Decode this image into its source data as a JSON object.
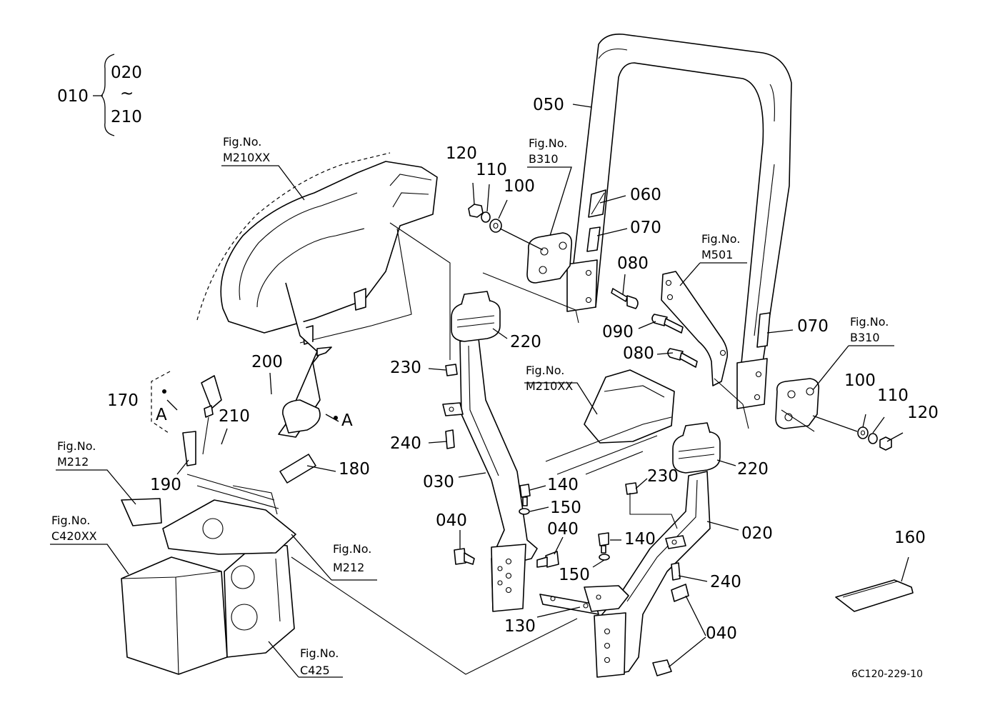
{
  "assembly": {
    "main": "010",
    "range_from": "020",
    "range_sep": "~",
    "range_to": "210"
  },
  "callouts": [
    {
      "id": "c050",
      "text": "050"
    },
    {
      "id": "c120a",
      "text": "120"
    },
    {
      "id": "c110a",
      "text": "110"
    },
    {
      "id": "c100a",
      "text": "100"
    },
    {
      "id": "c060",
      "text": "060"
    },
    {
      "id": "c070a",
      "text": "070"
    },
    {
      "id": "c080a",
      "text": "080"
    },
    {
      "id": "c090",
      "text": "090"
    },
    {
      "id": "c080b",
      "text": "080"
    },
    {
      "id": "c070b",
      "text": "070"
    },
    {
      "id": "c220a",
      "text": "220"
    },
    {
      "id": "c230a",
      "text": "230"
    },
    {
      "id": "c240a",
      "text": "240"
    },
    {
      "id": "c030",
      "text": "030"
    },
    {
      "id": "c140a",
      "text": "140"
    },
    {
      "id": "c150a",
      "text": "150"
    },
    {
      "id": "c040a",
      "text": "040"
    },
    {
      "id": "c040b",
      "text": "040"
    },
    {
      "id": "c140b",
      "text": "140"
    },
    {
      "id": "c150b",
      "text": "150"
    },
    {
      "id": "c130",
      "text": "130"
    },
    {
      "id": "c220b",
      "text": "220"
    },
    {
      "id": "c230b",
      "text": "230"
    },
    {
      "id": "c020",
      "text": "020"
    },
    {
      "id": "c240b",
      "text": "240"
    },
    {
      "id": "c040c",
      "text": "040"
    },
    {
      "id": "c100b",
      "text": "100"
    },
    {
      "id": "c110b",
      "text": "110"
    },
    {
      "id": "c120b",
      "text": "120"
    },
    {
      "id": "c160",
      "text": "160"
    },
    {
      "id": "c200",
      "text": "200"
    },
    {
      "id": "c170",
      "text": "170"
    },
    {
      "id": "c210",
      "text": "210"
    },
    {
      "id": "c190",
      "text": "190"
    },
    {
      "id": "c180",
      "text": "180"
    },
    {
      "id": "cA1",
      "text": "A"
    },
    {
      "id": "cA2",
      "text": "A"
    }
  ],
  "fig_refs": [
    {
      "id": "f_m210xx_top",
      "label": "Fig.No.",
      "code": "M210XX"
    },
    {
      "id": "f_b310_top",
      "label": "Fig.No.",
      "code": "B310"
    },
    {
      "id": "f_m501",
      "label": "Fig.No.",
      "code": "M501"
    },
    {
      "id": "f_b310_right",
      "label": "Fig.No.",
      "code": "B310"
    },
    {
      "id": "f_m210xx_mid",
      "label": "Fig.No.",
      "code": "M210XX"
    },
    {
      "id": "f_m212_left",
      "label": "Fig.No.",
      "code": "M212"
    },
    {
      "id": "f_c420xx",
      "label": "Fig.No.",
      "code": "C420XX"
    },
    {
      "id": "f_m212_mid",
      "label": "Fig.No.",
      "code": "M212"
    },
    {
      "id": "f_c425",
      "label": "Fig.No.",
      "code": "C425"
    }
  ],
  "doc_id": "6C120-229-10"
}
